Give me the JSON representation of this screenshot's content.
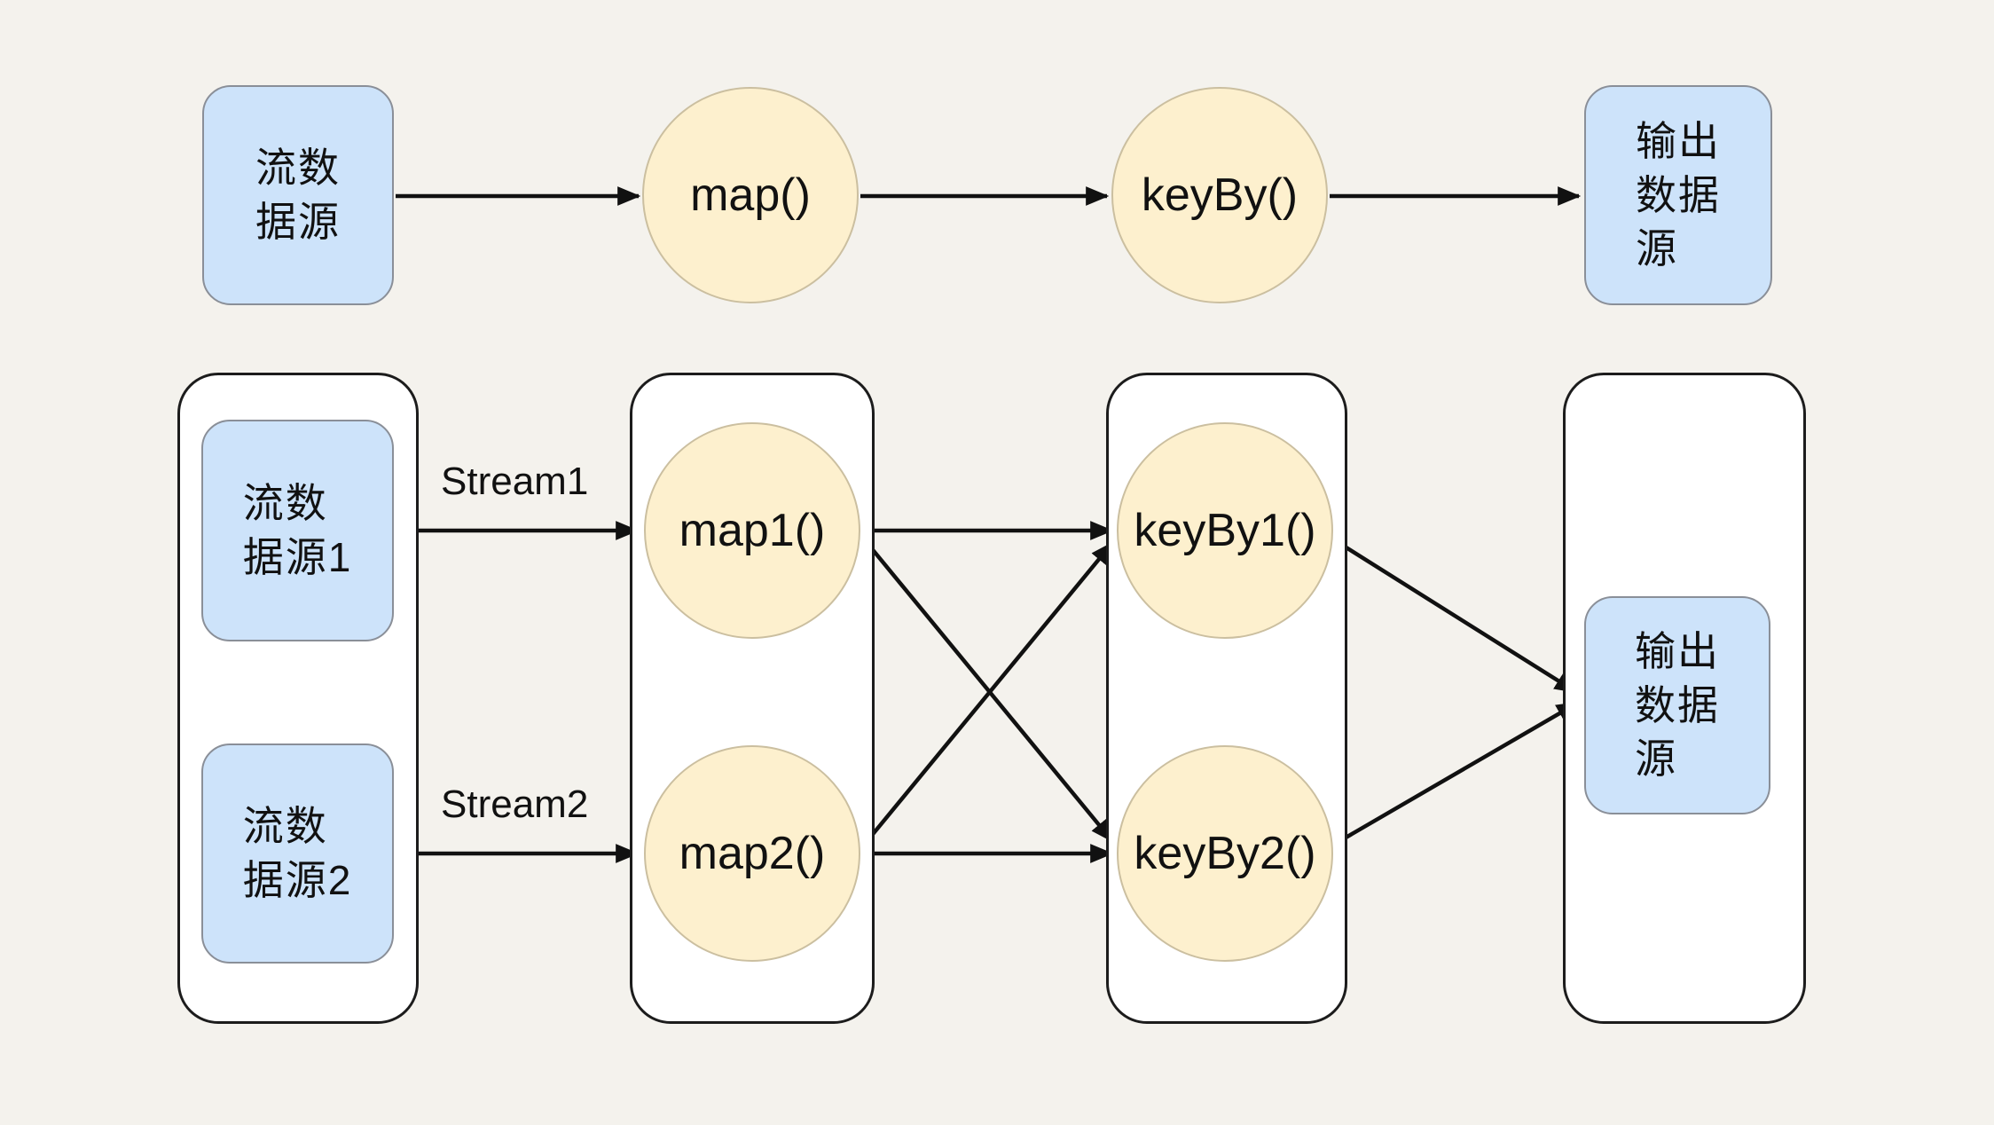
{
  "colors": {
    "background": "#F4F2ED",
    "source_sink_fill": "#CDE3FA",
    "source_sink_border": "#8A8F98",
    "operator_fill": "#FDF0CE",
    "operator_border": "#CBBFA0",
    "container_fill": "#FFFFFF",
    "container_border": "#1C1C1C",
    "arrow": "#111111",
    "text": "#111111"
  },
  "top_flow": {
    "source_label": "流数\n据源",
    "map_label": "map()",
    "keyby_label": "keyBy()",
    "sink_label": "输出\n数据\n源"
  },
  "parallel_flow": {
    "source1_label": "流数\n据源1",
    "source2_label": "流数\n据源2",
    "stream1_label": "Stream1",
    "stream2_label": "Stream2",
    "map1_label": "map1()",
    "map2_label": "map2()",
    "keyby1_label": "keyBy1()",
    "keyby2_label": "keyBy2()",
    "sink_label": "输出\n数据\n源"
  }
}
